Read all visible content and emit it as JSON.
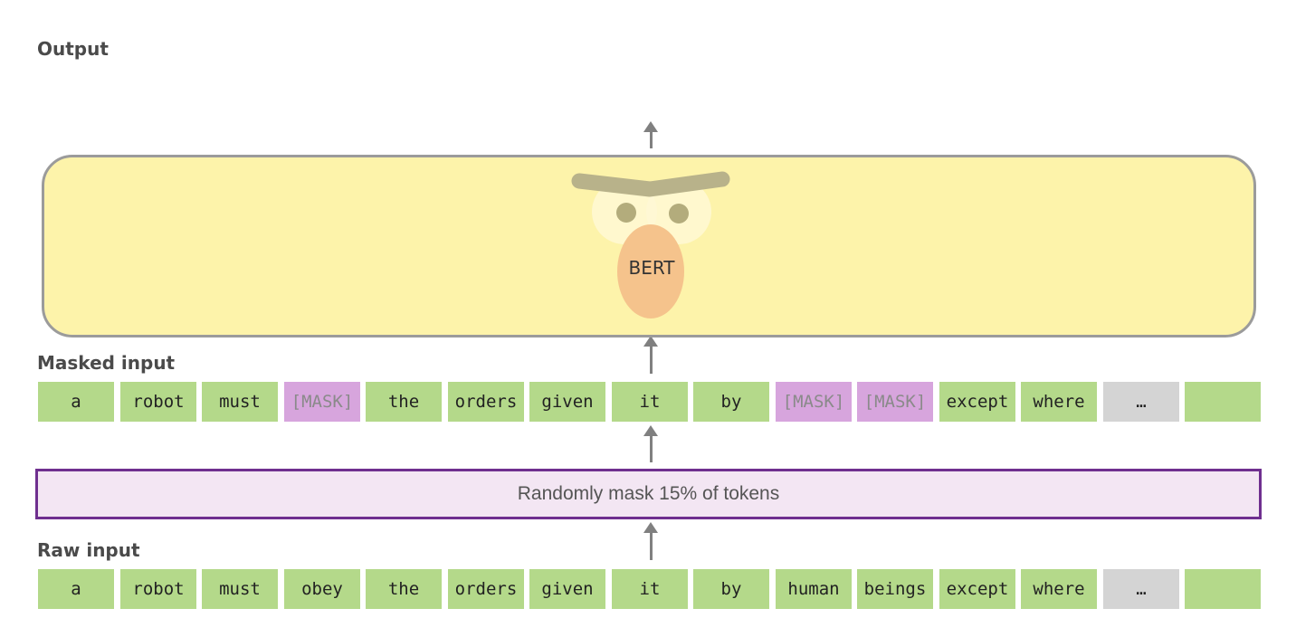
{
  "labels": {
    "output": "Output",
    "masked_input": "Masked input",
    "raw_input": "Raw input"
  },
  "model": {
    "name": "BERT",
    "colors": {
      "body": "#fdf3aa",
      "border": "#9b9b9b",
      "nose": "#f5c38c"
    }
  },
  "mask_step": {
    "label": "Randomly mask 15% of tokens",
    "colors": {
      "fill": "#f3e6f3",
      "border": "#6f2f8f"
    }
  },
  "masked_tokens": [
    {
      "text": "a",
      "kind": "word"
    },
    {
      "text": "robot",
      "kind": "word"
    },
    {
      "text": "must",
      "kind": "word"
    },
    {
      "text": "[MASK]",
      "kind": "mask"
    },
    {
      "text": "the",
      "kind": "word"
    },
    {
      "text": "orders",
      "kind": "word"
    },
    {
      "text": "given",
      "kind": "word"
    },
    {
      "text": "it",
      "kind": "word"
    },
    {
      "text": "by",
      "kind": "word"
    },
    {
      "text": "[MASK]",
      "kind": "mask"
    },
    {
      "text": "[MASK]",
      "kind": "mask"
    },
    {
      "text": "except",
      "kind": "word"
    },
    {
      "text": "where",
      "kind": "word"
    },
    {
      "text": "…",
      "kind": "ellipsis"
    },
    {
      "text": "",
      "kind": "empty"
    }
  ],
  "raw_tokens": [
    {
      "text": "a",
      "kind": "word"
    },
    {
      "text": "robot",
      "kind": "word"
    },
    {
      "text": "must",
      "kind": "word"
    },
    {
      "text": "obey",
      "kind": "word"
    },
    {
      "text": "the",
      "kind": "word"
    },
    {
      "text": "orders",
      "kind": "word"
    },
    {
      "text": "given",
      "kind": "word"
    },
    {
      "text": "it",
      "kind": "word"
    },
    {
      "text": "by",
      "kind": "word"
    },
    {
      "text": "human",
      "kind": "word"
    },
    {
      "text": "beings",
      "kind": "word"
    },
    {
      "text": "except",
      "kind": "word"
    },
    {
      "text": "where",
      "kind": "word"
    },
    {
      "text": "…",
      "kind": "ellipsis"
    },
    {
      "text": "",
      "kind": "empty"
    }
  ],
  "token_colors": {
    "word": "#b4d98a",
    "mask": "#d7a5dd",
    "ellipsis": "#d4d4d4"
  }
}
